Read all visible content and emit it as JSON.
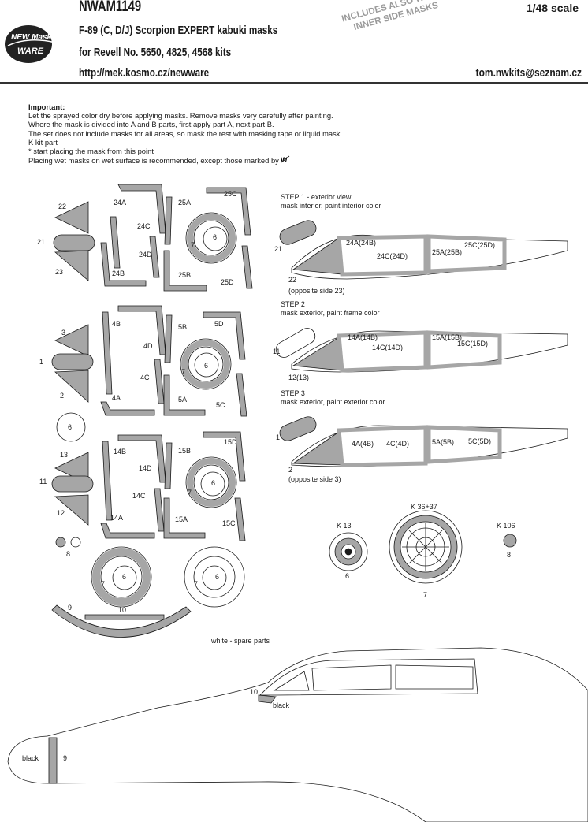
{
  "header": {
    "code": "NWAM1149",
    "title": "F-89 (C, D/J) Scorpion EXPERT kabuki masks",
    "kits": "for Revell No. 5650, 4825, 4568 kits",
    "url": "http://mek.kosmo.cz/newware",
    "scale": "1/48 scale",
    "email": "tom.nwkits@seznam.cz",
    "stamp_line1": "INCLUDES ALSO WINDOWS",
    "stamp_line2": "INNER SIDE MASKS",
    "logo_top": "NEW Masks",
    "logo_bottom": "WARE"
  },
  "important": {
    "title": "Important:",
    "lines": [
      "Let the sprayed color dry before applying masks. Remove masks very carefully after painting.",
      "Where the mask is divided into A and B parts, first apply part A, next part B.",
      "The set does not include masks for all areas, so mask the rest with masking tape or liquid mask.",
      "K kit part",
      "* start placing the mask from this point",
      "Placing wet masks on wet surface is recommended, except those marked by"
    ]
  },
  "steps": [
    {
      "title": "STEP 1 - exterior view",
      "desc": "mask interior, paint interior color"
    },
    {
      "title": "STEP 2",
      "desc": "mask exterior, paint frame color"
    },
    {
      "title": "STEP 3",
      "desc": "mask exterior, paint exterior color"
    }
  ],
  "step_labels": {
    "s1": [
      "24A(24B)",
      "24C(24D)",
      "25A(25B)",
      "25C(25D)",
      "21",
      "22",
      "(opposite side 23)"
    ],
    "s2": [
      "14A(14B)",
      "14C(14D)",
      "15A(15B)",
      "15C(15D)",
      "11",
      "12(13)"
    ],
    "s3": [
      "4A(4B)",
      "4C(4D)",
      "5A(5B)",
      "5C(5D)",
      "1",
      "2",
      "(opposite side 3)"
    ]
  },
  "sheet_labels": {
    "g1": [
      "22",
      "24A",
      "24C",
      "24D",
      "24B",
      "21",
      "23",
      "25A",
      "25C",
      "25B",
      "25D",
      "6",
      "7"
    ],
    "g2": [
      "3",
      "4B",
      "4D",
      "4C",
      "4A",
      "1",
      "2",
      "5B",
      "5D",
      "5A",
      "5C",
      "6",
      "7"
    ],
    "g3": [
      "13",
      "14B",
      "14D",
      "14C",
      "14A",
      "11",
      "12",
      "15B",
      "15D",
      "15A",
      "15C",
      "6",
      "7"
    ],
    "g4": [
      "6",
      "8",
      "9",
      "10",
      "6",
      "7",
      "6",
      "7"
    ]
  },
  "kit_parts": [
    {
      "name": "K 13",
      "mask": "6"
    },
    {
      "name": "K 36+37",
      "mask": "7"
    },
    {
      "name": "K 106",
      "mask": "8"
    }
  ],
  "spare_note": "white - spare parts",
  "bottom_labels": {
    "ten": "10",
    "black_canopy": "black",
    "black_nose": "black",
    "nine": "9"
  },
  "colors": {
    "mask": "#a6a6a6",
    "line": "#1a1a1a",
    "stamp": "#9a9a9a"
  }
}
